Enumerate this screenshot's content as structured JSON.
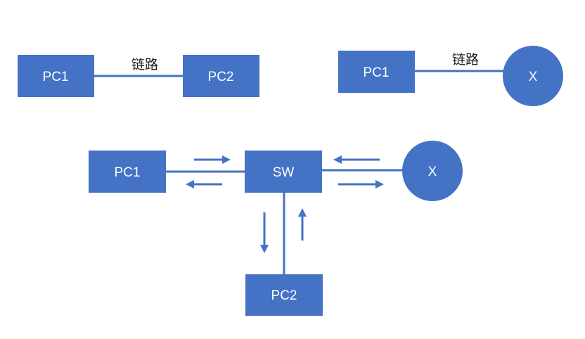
{
  "colors": {
    "node_fill": "#4472C4",
    "line": "#4472C4",
    "label_text": "#ffffff",
    "link_text": "#222222"
  },
  "diagram_a": {
    "pc1_label": "PC1",
    "pc2_label": "PC2",
    "link_label": "链路"
  },
  "diagram_b": {
    "pc1_label": "PC1",
    "x_label": "X",
    "link_label": "链路"
  },
  "diagram_c": {
    "pc1_label": "PC1",
    "sw_label": "SW",
    "x_label": "X",
    "pc2_label": "PC2"
  }
}
